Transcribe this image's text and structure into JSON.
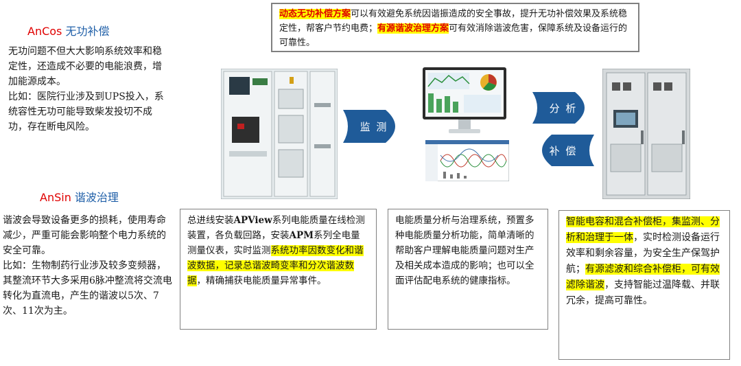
{
  "top_box": {
    "p1_red": "动态无功补偿方案",
    "p1_text": "可以有效避免系统因谐振造成的安全事故，提升无功补偿效果及系统稳定性，帮客户节约电费；",
    "p2_red": "有源谐波治理方案",
    "p2_text": "可有效消除谐波危害，保障系统及设备运行的可靠性。"
  },
  "ancos": {
    "brand": "AnCos",
    "topic": "无功补偿",
    "text1": "无功问题不但大大影响系统效率和稳定性，还造成不必要的电能浪费，增加能源成本。",
    "text2": "比如：医院行业涉及到UPS投入，系统容性无功可能导致柴发投切不成功，存在断电风险。"
  },
  "ansin": {
    "brand": "AnSin",
    "topic": "谐波治理",
    "text1": "谐波会导致设备更多的损耗，使用寿命减少，严重可能会影响整个电力系统的安全可靠。",
    "text2": "比如：生物制药行业涉及较多变频器，其整流环节大多采用6脉冲整流将交流电转化为直流电，产生的谐波以5次、7次、11次为主。"
  },
  "arrows": {
    "monitor": "监 测",
    "analyze": "分 析",
    "compensate": "补 偿"
  },
  "box1": {
    "t1": "总进线安装",
    "b1": "APView",
    "t2": "系列电能质量在线检测装置，各负载回路，安装",
    "b2": "APM",
    "t3": "系列全电量测量仪表，实时监测",
    "hl": "系统功率因数变化和谐波数据，记录总谐波畸变率和分次谐波数据",
    "t4": "，精确捕获电能质量异常事件。"
  },
  "box2": {
    "text": "电能质量分析与治理系统，预置多种电能质量分析功能，简单清晰的帮助客户理解电能质量问题对生产及相关成本造成的影响；也可以全面评估配电系统的健康指标。"
  },
  "box3": {
    "hl1": "智能电容和混合补偿柜，集监测、分析和治理于一体",
    "t1": "，实时检测设备运行效率和剩余容量，为安全生产保驾护航；",
    "hl2": "有源滤波和综合补偿柜，可有效滤除谐波",
    "t2": "，支持智能过温降载、并联冗余，提高可靠性。"
  },
  "colors": {
    "arrow_blue": "#1f5b99",
    "highlight": "#ffff00",
    "red": "#e00000",
    "topic_blue": "#1f5fa8"
  }
}
